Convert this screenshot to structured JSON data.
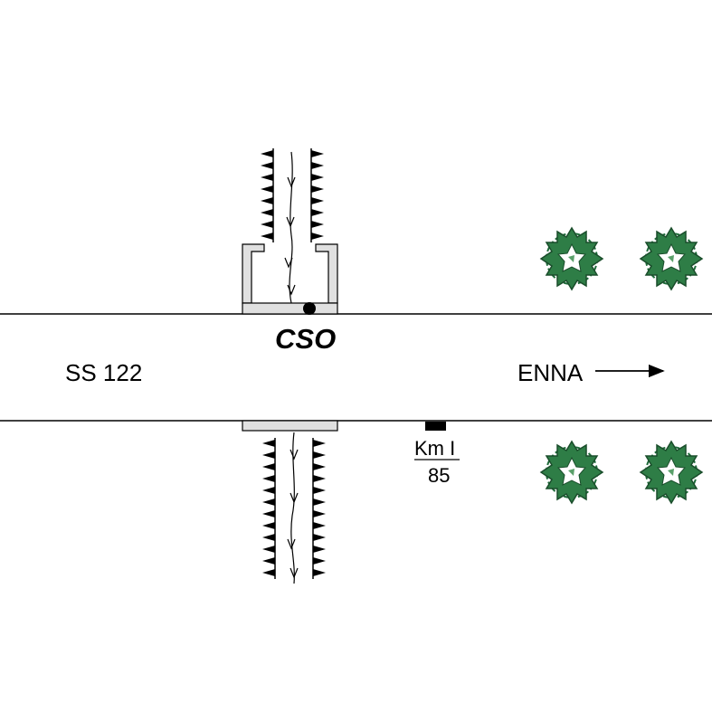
{
  "road": {
    "name": "SS 122",
    "destination": "ENNA"
  },
  "culvert": {
    "label": "CSO"
  },
  "kilometer_marker": {
    "label": "Km I",
    "value": "85"
  },
  "colors": {
    "line": "#000000",
    "structure_fill": "#e0e0e0",
    "tree_dark": "#1f6b3a",
    "tree_light": "#5aa06a"
  },
  "icons": {
    "tree": "tree-icon",
    "arrow": "arrow-right-icon",
    "marker": "km-post-icon"
  }
}
